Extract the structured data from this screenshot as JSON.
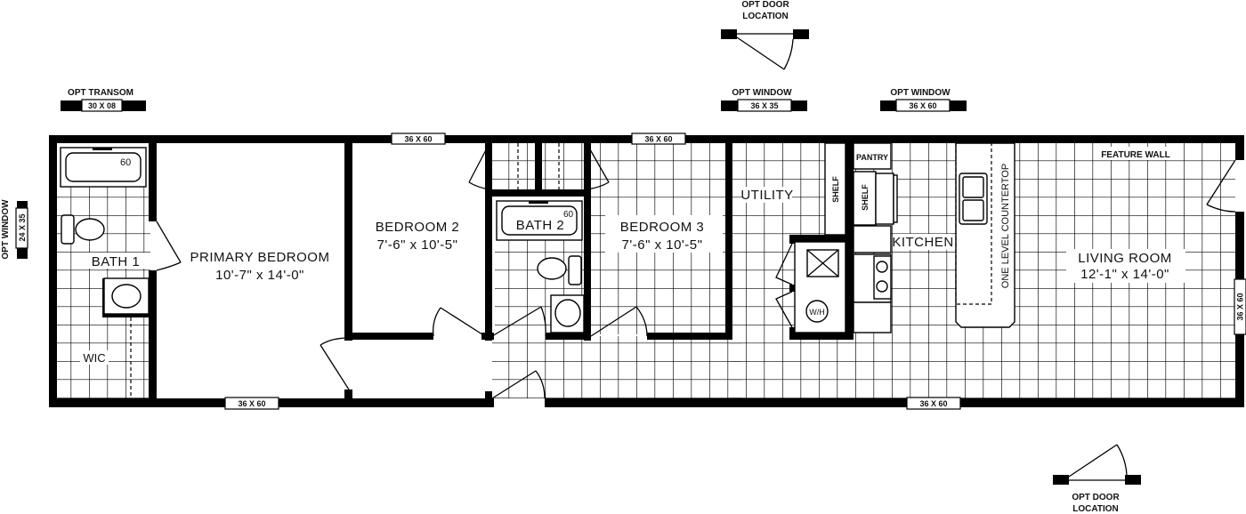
{
  "plan": {
    "rooms": {
      "primary_bedroom": {
        "name": "PRIMARY BEDROOM",
        "dims": "10'-7\" x 14'-0\""
      },
      "bedroom_2": {
        "name": "BEDROOM 2",
        "dims": "7'-6\" x 10'-5\""
      },
      "bedroom_3": {
        "name": "BEDROOM 3",
        "dims": "7'-6\" x 10'-5\""
      },
      "bath_1": {
        "name": "BATH 1"
      },
      "bath_2": {
        "name": "BATH 2"
      },
      "wic": {
        "name": "WIC"
      },
      "utility": {
        "name": "UTILITY"
      },
      "kitchen": {
        "name": "KITCHEN"
      },
      "pantry": {
        "name": "PANTRY"
      },
      "living_room": {
        "name": "LIVING ROOM",
        "dims": "12'-1\" x 14'-0\""
      }
    },
    "fixtures": {
      "tub_1_size": "60",
      "tub_2_size": "60",
      "water_heater": "W/H",
      "shelf_utility": "SHELF",
      "shelf_kitchen": "SHELF",
      "countertop": "ONE LEVEL COUNTERTOP",
      "feature_wall": "FEATURE WALL"
    },
    "windows": {
      "top_1": "36 X 60",
      "top_2": "36 X 60",
      "bottom_1": "36 X 60",
      "bottom_2": "36 X 60",
      "right": "36 X 60"
    },
    "options": {
      "opt_transom": {
        "label": "OPT TRANSOM",
        "size": "30 X 08"
      },
      "opt_window_left": {
        "label": "OPT WINDOW",
        "size": "24 X 35"
      },
      "opt_window_mid": {
        "label": "OPT WINDOW",
        "size": "36 X 35"
      },
      "opt_window_right": {
        "label": "OPT WINDOW",
        "size": "36 X 60"
      },
      "opt_door_top": {
        "line1": "OPT DOOR",
        "line2": "LOCATION"
      },
      "opt_door_bottom": {
        "line1": "OPT DOOR",
        "line2": "LOCATION"
      }
    }
  }
}
